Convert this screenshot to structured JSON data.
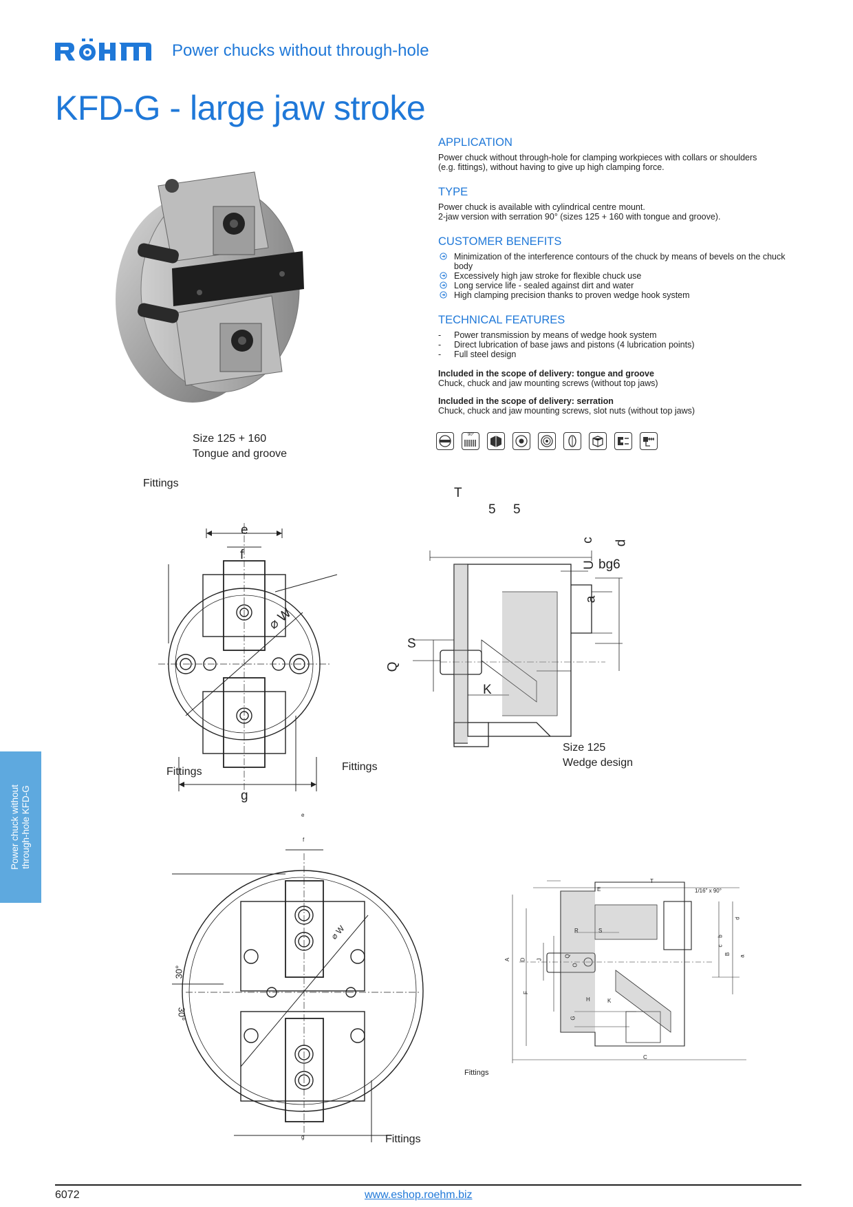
{
  "header": {
    "brand": "RÖHM",
    "subtitle": "Power chucks without through-hole"
  },
  "title": "KFD-G - large jaw stroke",
  "sections": {
    "application": {
      "heading": "APPLICATION",
      "line1": "Power chuck without through-hole for clamping workpieces with collars or shoulders",
      "line2": "(e.g. fittings), without having to give up high clamping force."
    },
    "type": {
      "heading": "TYPE",
      "line1": "Power chuck is available with cylindrical centre mount.",
      "line2": "2-jaw version with serration 90° (sizes 125 + 160 with tongue and groove)."
    },
    "benefits": {
      "heading": "CUSTOMER BENEFITS",
      "items": [
        "Minimization of the interference contours of the chuck by means of bevels on the chuck body",
        "Excessively high jaw stroke for flexible chuck use",
        "Long service life - sealed against dirt and water",
        "High clamping precision thanks to proven wedge hook system"
      ]
    },
    "technical": {
      "heading": "TECHNICAL FEATURES",
      "items": [
        "Power transmission by means of wedge hook system",
        "Direct lubrication of base jaws and pistons (4 lubrication points)",
        "Full steel design"
      ]
    },
    "scope_tongue": {
      "heading": "Included in the scope of delivery: tongue and groove",
      "text": "Chuck, chuck and jaw mounting screws (without top jaws)"
    },
    "scope_serration": {
      "heading": "Included in the scope of delivery: serration",
      "text": "Chuck, chuck and jaw mounting screws, slot nuts (without top jaws)"
    }
  },
  "icons": [
    "chuck-face-icon",
    "serration-90-icon",
    "jaw-block-icon",
    "centre-mount-icon",
    "seal-icon",
    "lubrication-icon",
    "steel-body-icon",
    "wedge-hook-icon",
    "mounting-screw-icon"
  ],
  "icon_texts": {
    "serration": "90°"
  },
  "diagrams": {
    "d1": {
      "caption_line1": "Size 125 + 160",
      "caption_line2": "Tongue and groove",
      "fittings_top": "Fittings",
      "fittings_bottom": "Fittings",
      "e": "e",
      "f": "f",
      "g": "g",
      "w": "⌀ W"
    },
    "d2": {
      "caption_line1": "Size 125",
      "caption_line2": "Wedge design",
      "T": "T",
      "five_a": "5",
      "five_b": "5",
      "S": "S",
      "Q": "Q",
      "K": "K",
      "c": "c",
      "U": "U",
      "bg6": "bg6",
      "d": "d",
      "a": "a"
    },
    "d3": {
      "fittings_top": "Fittings",
      "fittings_bottom": "Fittings",
      "e": "e",
      "f": "f",
      "g": "g",
      "w": "⌀ W",
      "angle1": "30°",
      "angle2": "30°"
    },
    "d4": {
      "fittings": "Fittings",
      "T": "T",
      "E": "E",
      "chamfer": "1/16\" x 90°",
      "R": "R",
      "S": "S",
      "A": "A",
      "D": "D",
      "J": "J",
      "Q": "Q",
      "O": "O",
      "F": "F",
      "H": "H",
      "K": "K",
      "G": "G",
      "C": "C",
      "d": "d",
      "b": "b",
      "c": "c",
      "B": "B",
      "a": "a"
    }
  },
  "side_tab": {
    "line1": "Power chuck without",
    "line2": "through-hole KFD-G"
  },
  "footer": {
    "page_number": "6072",
    "url": "www.eshop.roehm.biz"
  },
  "colors": {
    "accent": "#1f78d8",
    "tab": "#5ea9df",
    "text": "#222222"
  }
}
